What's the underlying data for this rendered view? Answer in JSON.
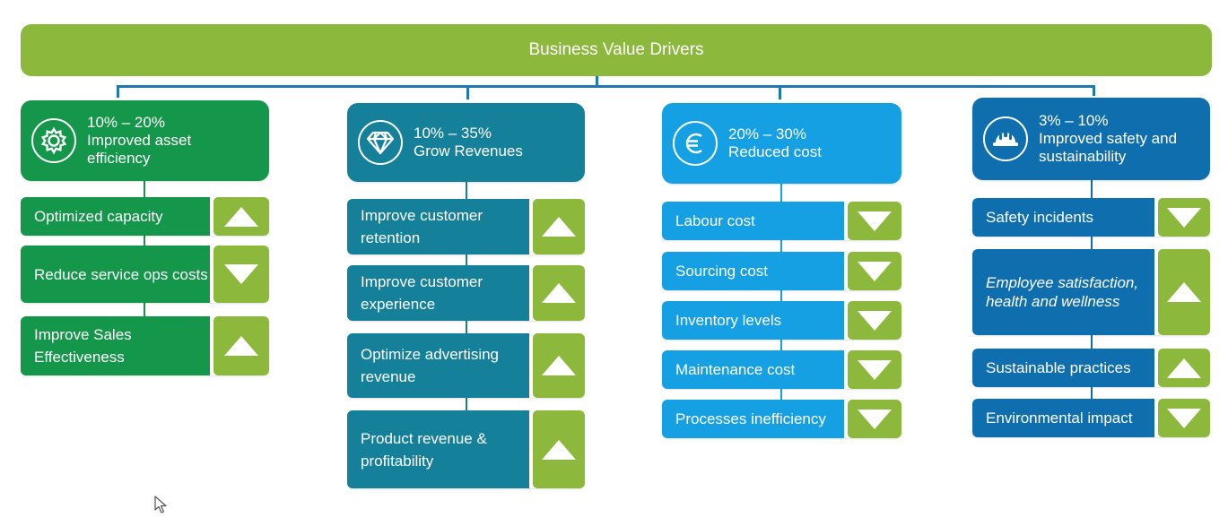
{
  "title": "Business Value Drivers",
  "colors": {
    "bar_green": "#8cb83c",
    "col1": "#14964b",
    "col2": "#15809a",
    "col3": "#16a0e4",
    "col4": "#0f6fae",
    "connector": "#1f78b4"
  },
  "columns": [
    {
      "icon": "gear-icon",
      "range": "10% – 20%",
      "heading": "Improved asset efficiency",
      "items": [
        {
          "label": "Optimized capacity",
          "direction": "up"
        },
        {
          "label": "Reduce service ops costs",
          "direction": "down"
        },
        {
          "label": "Improve Sales Effectiveness",
          "direction": "up"
        }
      ]
    },
    {
      "icon": "diamond-icon",
      "range": "10% – 35%",
      "heading": "Grow Revenues",
      "items": [
        {
          "label": "Improve customer retention",
          "direction": "up"
        },
        {
          "label": "Improve customer experience",
          "direction": "up"
        },
        {
          "label": "Optimize advertising revenue",
          "direction": "up"
        },
        {
          "label": "Product revenue & profitability",
          "direction": "up"
        }
      ]
    },
    {
      "icon": "euro-icon",
      "range": "20% – 30%",
      "heading": "Reduced cost",
      "items": [
        {
          "label": "Labour cost",
          "direction": "down"
        },
        {
          "label": "Sourcing cost",
          "direction": "down"
        },
        {
          "label": "Inventory levels",
          "direction": "down"
        },
        {
          "label": "Maintenance cost",
          "direction": "down"
        },
        {
          "label": "Processes inefficiency",
          "direction": "down"
        }
      ]
    },
    {
      "icon": "hard-hat-icon",
      "range": "3% – 10%",
      "heading": "Improved safety and sustainability",
      "items": [
        {
          "label": "Safety incidents",
          "direction": "down"
        },
        {
          "label": "Employee satisfaction, health and wellness",
          "direction": "up"
        },
        {
          "label": "Sustainable practices",
          "direction": "up"
        },
        {
          "label": "Environmental impact",
          "direction": "down"
        }
      ]
    }
  ]
}
